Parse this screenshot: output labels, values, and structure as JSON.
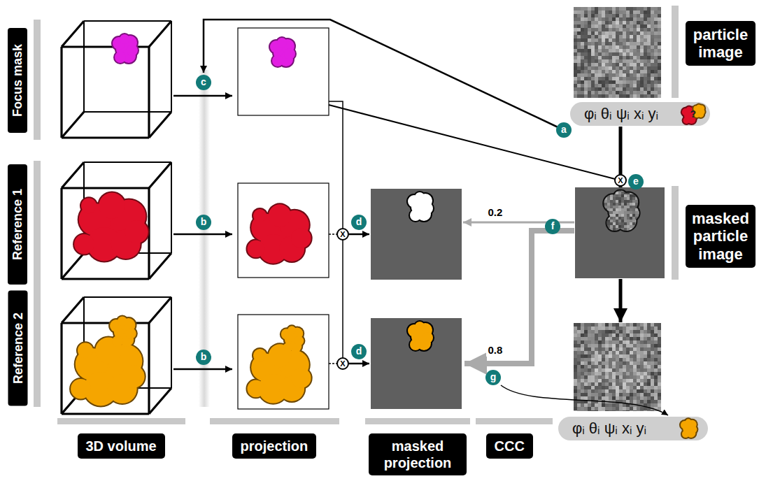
{
  "diagram": {
    "nodes": [
      {
        "text": [
          "Focus mask"
        ]
      },
      {
        "text": [
          "particle image"
        ]
      },
      {
        "text": [
          "φᵢ θᵢ ψᵢ xᵢ yᵢ"
        ]
      },
      {
        "text": [
          "Reference 1"
        ]
      },
      {
        "text": [
          "masked particle image"
        ]
      },
      {
        "text": [
          "Reference 2"
        ]
      },
      {
        "text": [
          "φᵢ θᵢ ψᵢ xᵢ yᵢ"
        ]
      },
      {
        "text": [
          "3D volume"
        ]
      },
      {
        "text": [
          "projection"
        ]
      },
      {
        "text": [
          "masked projection"
        ]
      },
      {
        "text": [
          "CCC"
        ]
      }
    ],
    "labels": [
      "a",
      "b",
      "b",
      "c",
      "d",
      "d",
      "e",
      "f",
      "g",
      "0.2",
      "0.8",
      "X",
      "X",
      "X",
      "?"
    ]
  }
}
